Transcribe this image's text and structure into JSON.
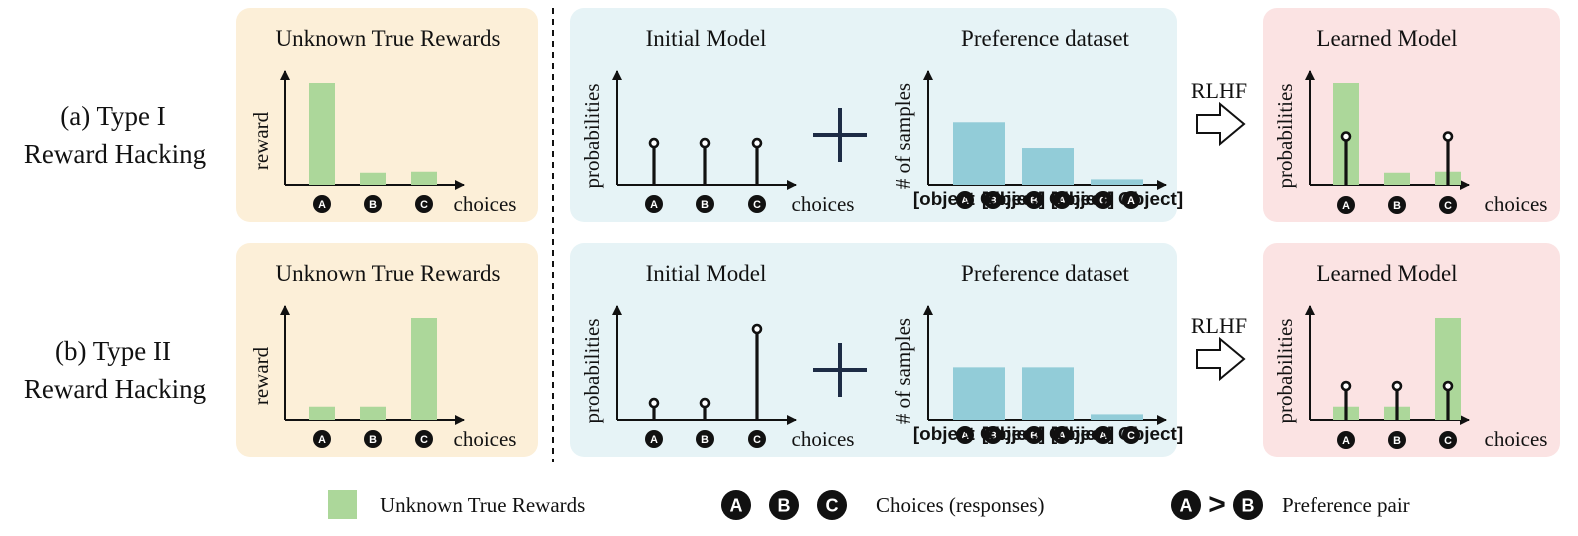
{
  "colors": {
    "reward_panel": "#fcefd8",
    "middle_panel": "#e6f3f6",
    "learned_panel": "#fbe3e3",
    "reward_bar": "#acd79a",
    "dataset_bar": "#92ccd8",
    "ink": "#111111"
  },
  "rows": [
    {
      "label_line1": "(a) Type I",
      "label_line2": "Reward Hacking",
      "reward_title": "Unknown True Rewards",
      "reward_ylabel": "reward",
      "reward_xlabel": "choices",
      "choices": [
        "A",
        "B",
        "C"
      ],
      "rewards": [
        1.0,
        0.12,
        0.13
      ],
      "initial_title": "Initial Model",
      "initial_ylabel": "probabilities",
      "initial_xlabel": "choices",
      "initial_probs": [
        0.33,
        0.33,
        0.33
      ],
      "plus": "+",
      "dataset_title": "Preference dataset",
      "dataset_ylabel": "# of samples",
      "pairs": [
        {
          "left": "A",
          "sym": ">",
          "right": "B",
          "count": 0.56
        },
        {
          "left": "B",
          "sym": ">",
          "right": "A",
          "count": 0.33
        },
        {
          "left": "C",
          "sym": ">",
          "right": "A",
          "count": 0.05
        }
      ],
      "rlhf": "RLHF",
      "learned_title": "Learned Model",
      "learned_ylabel": "probabilities",
      "learned_xlabel": "choices",
      "learned_probs": [
        0.5,
        0.0,
        0.5
      ]
    },
    {
      "label_line1": "(b) Type II",
      "label_line2": "Reward Hacking",
      "reward_title": "Unknown True Rewards",
      "reward_ylabel": "reward",
      "reward_xlabel": "choices",
      "choices": [
        "A",
        "B",
        "C"
      ],
      "rewards": [
        0.13,
        0.13,
        1.0
      ],
      "initial_title": "Initial Model",
      "initial_ylabel": "probabilities",
      "initial_xlabel": "choices",
      "initial_probs": [
        0.13,
        0.13,
        0.7
      ],
      "plus": "+",
      "dataset_title": "Preference dataset",
      "dataset_ylabel": "# of samples",
      "pairs": [
        {
          "left": "A",
          "sym": ">",
          "right": "B",
          "count": 0.47
        },
        {
          "left": "B",
          "sym": ">",
          "right": "A",
          "count": 0.47
        },
        {
          "left": "A",
          "sym": ">",
          "right": "C",
          "count": 0.05
        }
      ],
      "rlhf": "RLHF",
      "learned_title": "Learned Model",
      "learned_ylabel": "probabilities",
      "learned_xlabel": "choices",
      "learned_probs": [
        0.34,
        0.34,
        0.34
      ]
    }
  ],
  "legend": {
    "rewards_label": "Unknown True Rewards",
    "choices_letters": [
      "A",
      "B",
      "C"
    ],
    "choices_label": "Choices (responses)",
    "pair_left": "A",
    "pair_sym": ">",
    "pair_right": "B",
    "pair_label": "Preference pair"
  }
}
